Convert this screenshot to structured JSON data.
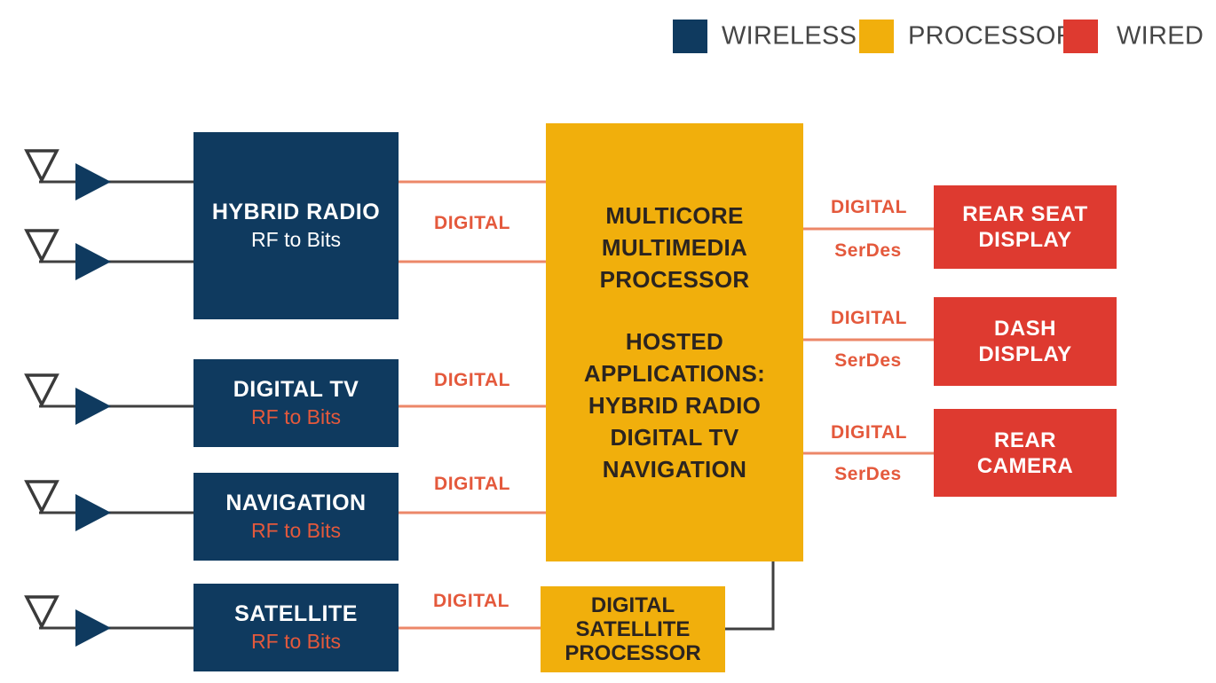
{
  "legend": {
    "items": [
      {
        "label": "WIRELESS",
        "color": "#0F3A5F"
      },
      {
        "label": "PROCESSOR",
        "color": "#F1AF0C"
      },
      {
        "label": "WIRED",
        "color": "#DE3A30"
      }
    ]
  },
  "colors": {
    "wireless_navy": "#0F3A5F",
    "processor_gold": "#F1AF0C",
    "wired_red": "#DE3A30",
    "link_line_orange": "#EC8768",
    "link_label_orange": "#E4593C",
    "wire_dark": "#3F3F3F",
    "legend_text": "#464646",
    "processor_text": "#2B2420"
  },
  "sources": {
    "hybrid_radio": {
      "title": "HYBRID RADIO",
      "subtitle": "RF to Bits"
    },
    "digital_tv": {
      "title": "DIGITAL TV",
      "subtitle": "RF to Bits"
    },
    "navigation": {
      "title": "NAVIGATION",
      "subtitle": "RF to Bits"
    },
    "satellite": {
      "title": "SATELLITE",
      "subtitle": "RF to Bits"
    }
  },
  "main_processor": {
    "title_lines": [
      "MULTICORE",
      "MULTIMEDIA",
      "PROCESSOR"
    ],
    "hosted_lines": [
      "HOSTED",
      "APPLICATIONS:",
      "HYBRID RADIO",
      "DIGITAL TV",
      "NAVIGATION"
    ]
  },
  "satellite_processor": {
    "lines": [
      "DIGITAL",
      "SATELLITE",
      "PROCESSOR"
    ]
  },
  "displays": {
    "rear_seat": {
      "lines": [
        "REAR SEAT",
        "DISPLAY"
      ]
    },
    "dash": {
      "lines": [
        "DASH",
        "DISPLAY"
      ]
    },
    "rear_camera": {
      "lines": [
        "REAR",
        "CAMERA"
      ]
    }
  },
  "link_labels": {
    "digital": "DIGITAL",
    "serdes": "SerDes"
  }
}
